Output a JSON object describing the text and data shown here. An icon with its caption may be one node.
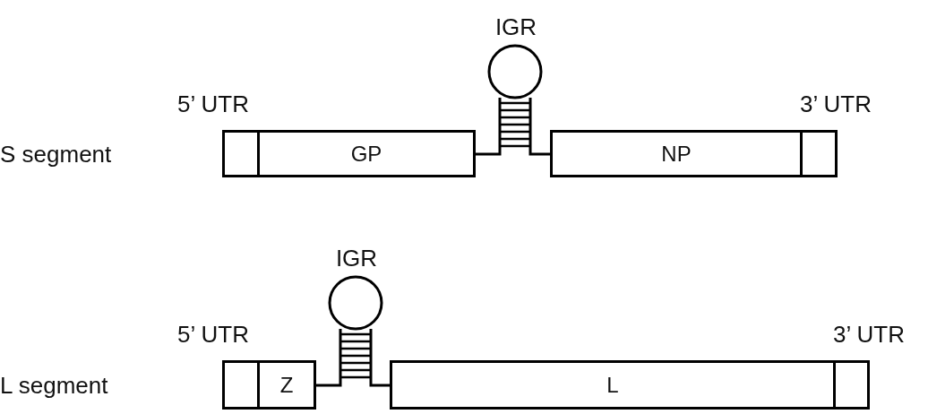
{
  "diagram": {
    "nodes": [
      {
        "text": [],
        "shape": "box"
      },
      {
        "text": [
          "GP"
        ]
      },
      {
        "text": [
          "IGR"
        ]
      },
      {
        "text": [
          "NP"
        ]
      },
      {
        "text": [],
        "shape": "box"
      },
      {
        "text": [],
        "shape": "box"
      },
      {
        "text": [
          "Z"
        ]
      },
      {
        "text": [
          "IGR"
        ]
      },
      {
        "text": [
          "L"
        ]
      },
      {
        "text": [],
        "shape": "box"
      }
    ],
    "edges": [
      {
        "from": 1,
        "to": 2,
        "arrow": "none"
      },
      {
        "from": 2,
        "to": 3,
        "arrow": "none"
      },
      {
        "from": 6,
        "to": 7,
        "arrow": "none"
      },
      {
        "from": 7,
        "to": 8,
        "arrow": "none"
      }
    ],
    "labels": [
      "5’ UTR",
      "3’ UTR",
      "S segment",
      "5’ UTR",
      "3’ UTR",
      "L segment"
    ]
  }
}
